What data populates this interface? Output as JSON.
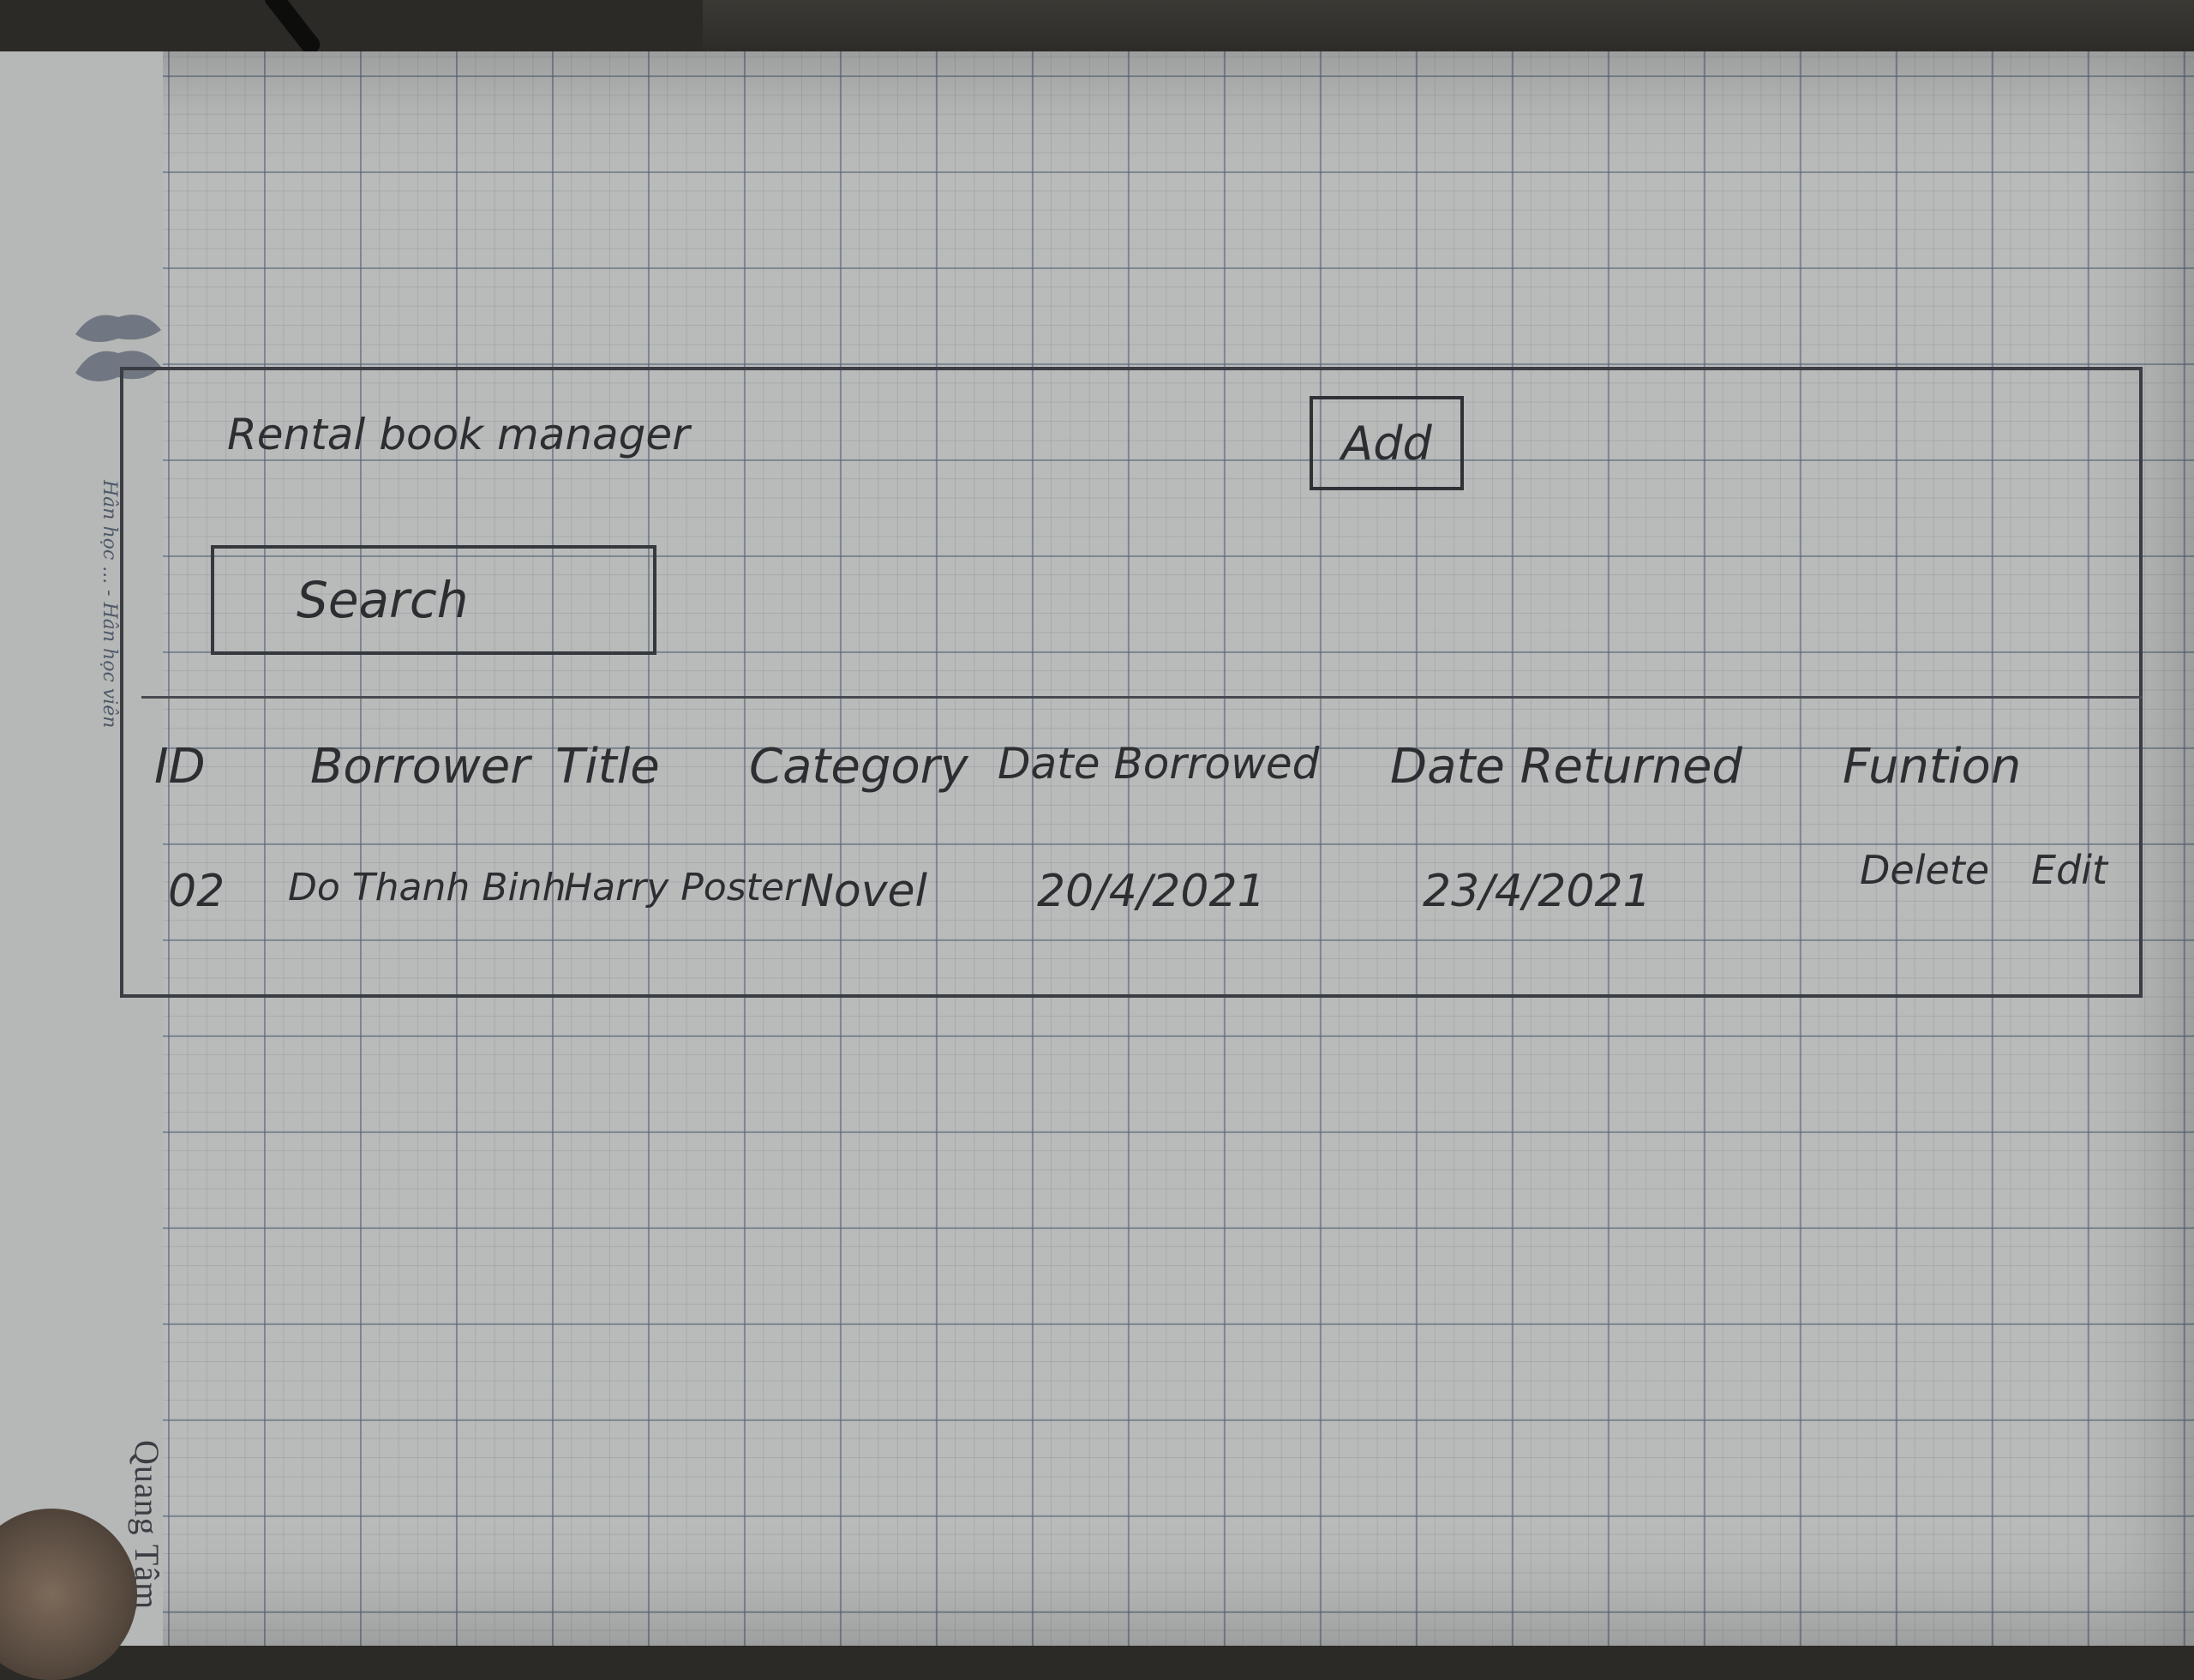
{
  "app": {
    "title": "Rental book manager",
    "add_label": "Add",
    "search_placeholder": "Search"
  },
  "table": {
    "columns": [
      "ID",
      "Borrower",
      "Title",
      "Category",
      "Date Borrowed",
      "Date Returned",
      "Funtion"
    ],
    "rows": [
      {
        "id": "02",
        "borrower": "Do Thanh Binh",
        "title": "Harry Poster",
        "category": "Novel",
        "date_borrowed": "20/4/2021",
        "date_returned": "23/4/2021",
        "actions": [
          "Delete",
          "Edit"
        ]
      }
    ]
  },
  "paper": {
    "brand": "Quang Tâm",
    "margin_note": "Hân học ... - Hân học viên"
  },
  "colors": {
    "paper": "#b9bbba",
    "grid": "#566276",
    "ink": "#2c2e32"
  }
}
